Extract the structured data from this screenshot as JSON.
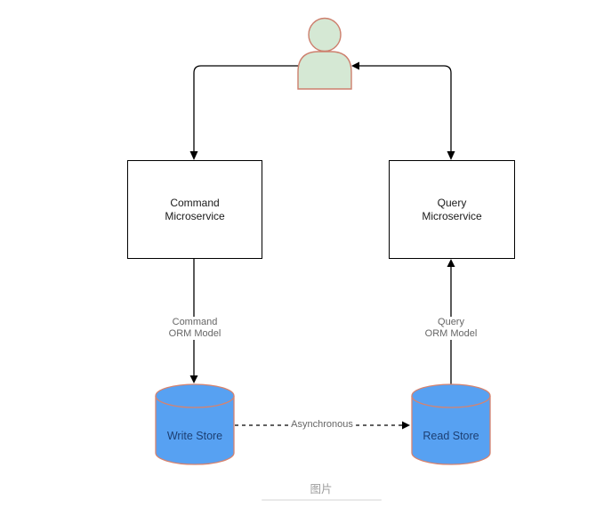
{
  "diagram": {
    "nodes": {
      "command_microservice": {
        "line1": "Command",
        "line2": "Microservice"
      },
      "query_microservice": {
        "line1": "Query",
        "line2": "Microservice"
      },
      "write_store": {
        "label": "Write Store"
      },
      "read_store": {
        "label": "Read Store"
      }
    },
    "edges": {
      "command_orm": {
        "line1": "Command",
        "line2": "ORM Model"
      },
      "query_orm": {
        "line1": "Query",
        "line2": "ORM Model"
      },
      "asynchronous": {
        "label": "Asynchronous"
      }
    },
    "icons": {
      "actor": "person-icon"
    }
  },
  "caption": {
    "label": "图片"
  },
  "colors": {
    "actor_fill": "#d5e8d4",
    "actor_stroke": "#cd7f6d",
    "store_fill": "#57a1f2",
    "store_stroke": "#d6836f",
    "store_text": "#1d3f72",
    "node_border": "#000000",
    "node_text": "#1a1a1a",
    "edge_stroke": "#000000",
    "edge_label_text": "#666666",
    "caption_text": "#9e9e9e",
    "bottom_bar": "#e9e9e9",
    "background": "#ffffff"
  }
}
